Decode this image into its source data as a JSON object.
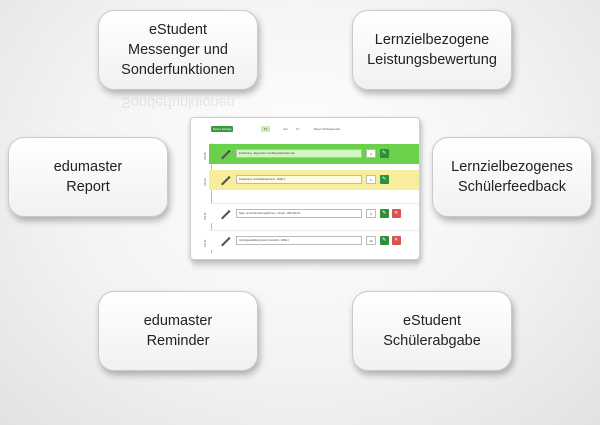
{
  "cards": {
    "messenger": "eStudent\nMessenger und\nSonderfunktionen",
    "lernziel_bewertung": "Lernzielbezogene\nLeistungsbewertung",
    "report": "edumaster\nReport",
    "feedback": "Lernzielbezogenes\nSchülerfeedback",
    "reminder": "edumaster\nReminder",
    "abgabe": "eStudent\nSchülerabgabe"
  },
  "reflection_text": "Sonderfunktionen",
  "screen": {
    "new_entry_label": "Neuer Eintrag",
    "count": "17",
    "of_label": "von",
    "total": "17",
    "select_label": "Einen Schwerpunkt",
    "rows": [
      {
        "week": "KW 38",
        "field": "Einführung - Eigenarten und Besonderheiten der",
        "num": "4"
      },
      {
        "week": "KW 39",
        "field": "Konkurrenz und Zielkonkurrenz - RRE 3",
        "num": "1"
      },
      {
        "week": "KW 40",
        "field": "Spar- und Finanzierungsformen - Kredit - LBS Münch",
        "num": "4"
      },
      {
        "week": "KW 41",
        "field": "Vermögensbildung beim Unterricht - RRE 3",
        "num": "12"
      }
    ]
  },
  "colors": {
    "green_row": "#6bd14a",
    "yellow_row": "#f6ee9c",
    "edit_button": "#2f8f3a",
    "delete_button": "#d9534f"
  }
}
